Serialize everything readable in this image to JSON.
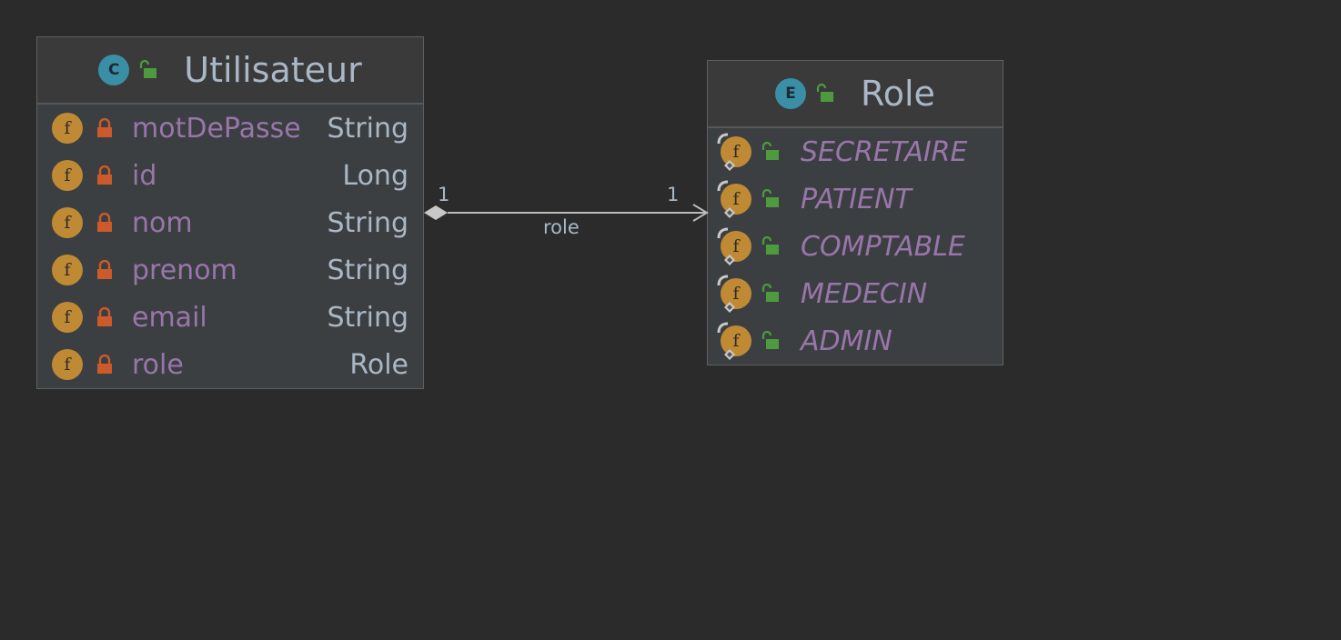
{
  "classes": [
    {
      "kind": "C",
      "name": "Utilisateur",
      "fields": [
        {
          "name": "motDePasse",
          "type": "String"
        },
        {
          "name": "id",
          "type": "Long"
        },
        {
          "name": "nom",
          "type": "String"
        },
        {
          "name": "prenom",
          "type": "String"
        },
        {
          "name": "email",
          "type": "String"
        },
        {
          "name": "role",
          "type": "Role"
        }
      ]
    },
    {
      "kind": "E",
      "name": "Role",
      "constants": [
        "SECRETAIRE",
        "PATIENT",
        "COMPTABLE",
        "MEDECIN",
        "ADMIN"
      ]
    }
  ],
  "field_icon_letter": "f",
  "association": {
    "source_multiplicity": "1",
    "target_multiplicity": "1",
    "label": "role"
  },
  "colors": {
    "background": "#2b2b2b",
    "box_fill": "#3c3f41",
    "class_badge": "#3a8ea6",
    "field_badge": "#c08a35",
    "private_lock": "#cc5a2a",
    "public_lock": "#4e9a3e",
    "field_name": "#9876aa",
    "type_text": "#a9b7c6"
  },
  "icons": {
    "private": "padlock-closed-icon",
    "public": "padlock-open-icon",
    "field": "field-icon",
    "static": "static-pin-icon"
  }
}
